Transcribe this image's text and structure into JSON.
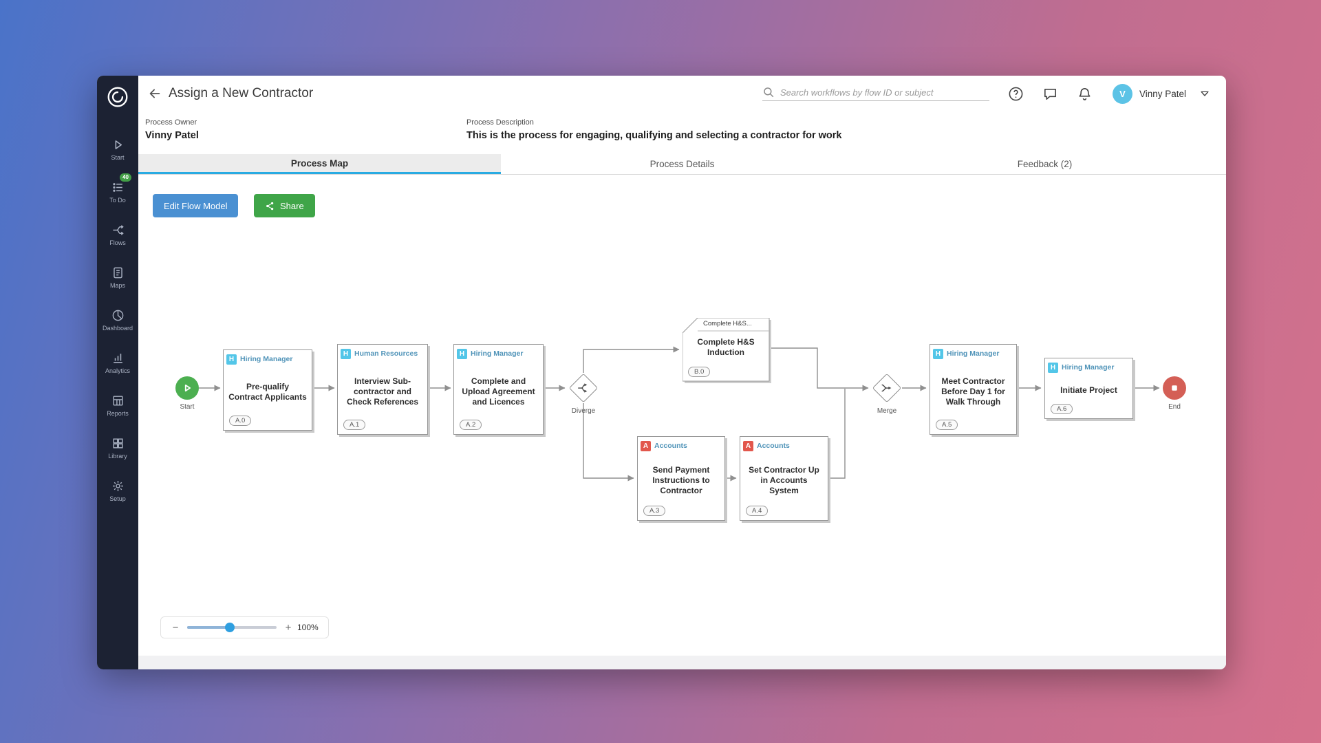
{
  "colors": {
    "accent_blue": "#29abe2",
    "button_blue": "#4a90d2",
    "button_green": "#3fa548",
    "role_teal": "#53c6e8",
    "role_red": "#e2574c",
    "start_green": "#4caf50",
    "end_red": "#d45f56",
    "sidebar_bg": "#1c2233"
  },
  "sidebar": {
    "items": [
      {
        "label": "Start"
      },
      {
        "label": "To Do",
        "badge": "40"
      },
      {
        "label": "Flows"
      },
      {
        "label": "Maps"
      },
      {
        "label": "Dashboard"
      },
      {
        "label": "Analytics"
      },
      {
        "label": "Reports"
      },
      {
        "label": "Library"
      },
      {
        "label": "Setup"
      }
    ]
  },
  "header": {
    "title": "Assign a New Contractor",
    "search_placeholder": "Search workflows by flow ID or subject",
    "user_name": "Vinny Patel",
    "user_initial": "V"
  },
  "meta": {
    "owner_label": "Process Owner",
    "owner_value": "Vinny Patel",
    "description_label": "Process Description",
    "description_value": "This is the process for engaging, qualifying and selecting a contractor for work"
  },
  "tabs": [
    {
      "label": "Process Map"
    },
    {
      "label": "Process Details"
    },
    {
      "label": "Feedback (2)"
    }
  ],
  "toolbar": {
    "edit_label": "Edit Flow Model",
    "share_label": "Share"
  },
  "diagram": {
    "start_label": "Start",
    "end_label": "End",
    "diverge_label": "Diverge",
    "merge_label": "Merge",
    "nodes": [
      {
        "role": "Hiring Manager",
        "role_letter": "H",
        "title": "Pre-qualify Contract Applicants",
        "badge": "A.0"
      },
      {
        "role": "Human Resources",
        "role_letter": "H",
        "title": "Interview Sub-contractor and Check References",
        "badge": "A.1"
      },
      {
        "role": "Hiring Manager",
        "role_letter": "H",
        "title": "Complete and Upload Agreement and Licences",
        "badge": "A.2"
      },
      {
        "tab": "Complete H&S...",
        "title": "Complete H&S Induction",
        "badge": "B.0"
      },
      {
        "role": "Accounts",
        "role_letter": "A",
        "title": "Send Payment Instructions to Contractor",
        "badge": "A.3"
      },
      {
        "role": "Accounts",
        "role_letter": "A",
        "title": "Set Contractor Up in Accounts System",
        "badge": "A.4"
      },
      {
        "role": "Hiring Manager",
        "role_letter": "H",
        "title": "Meet Contractor Before Day 1 for Walk Through",
        "badge": "A.5"
      },
      {
        "role": "Hiring Manager",
        "role_letter": "H",
        "title": "Initiate Project",
        "badge": "A.6"
      }
    ]
  },
  "zoom": {
    "minus": "−",
    "plus": "+",
    "level": "100%"
  }
}
